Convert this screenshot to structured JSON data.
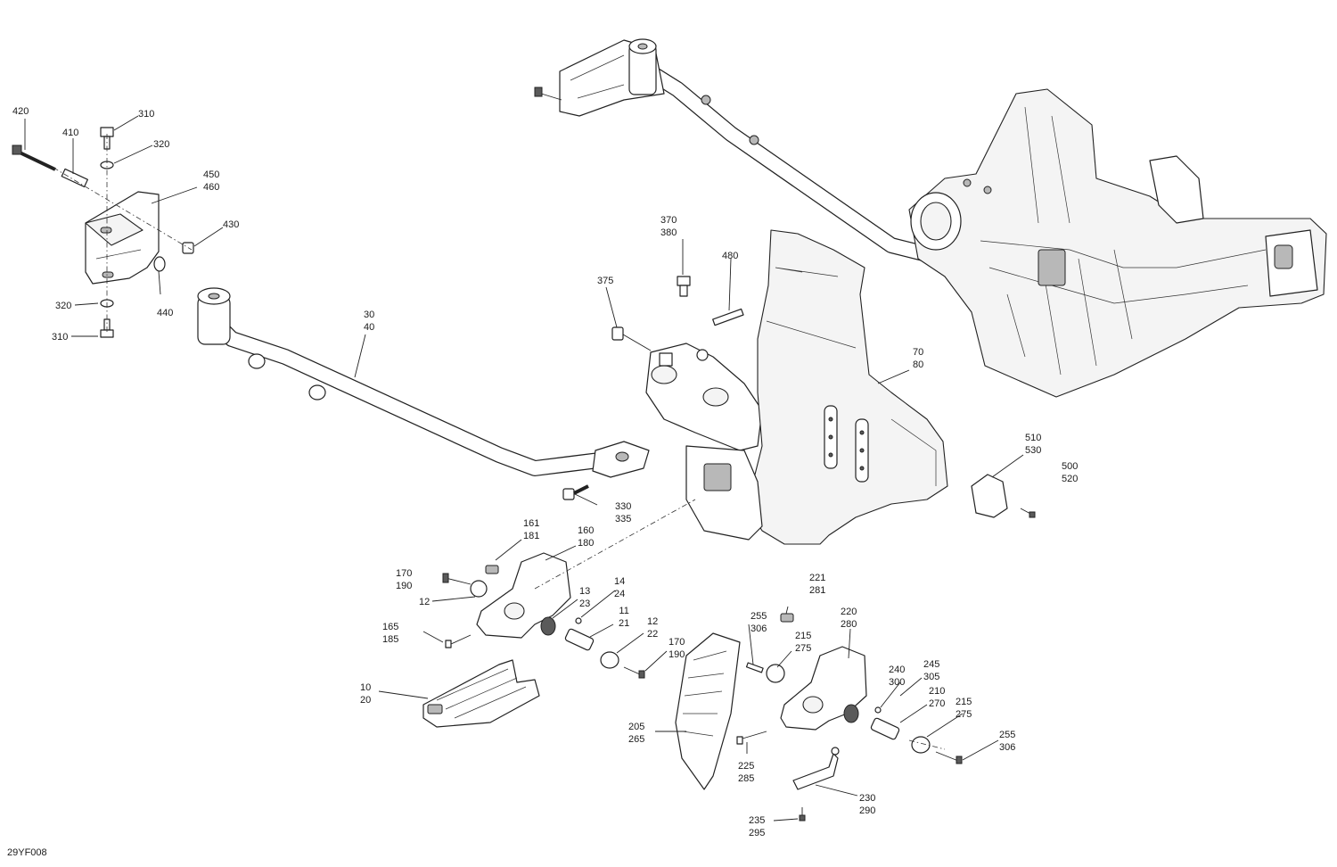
{
  "figure_id": "29YF008",
  "callouts": [
    {
      "id": "c420",
      "lines": [
        "420"
      ]
    },
    {
      "id": "c410",
      "lines": [
        "410"
      ]
    },
    {
      "id": "c310a",
      "lines": [
        "310"
      ]
    },
    {
      "id": "c320a",
      "lines": [
        "320"
      ]
    },
    {
      "id": "c450",
      "lines": [
        "450",
        "460"
      ]
    },
    {
      "id": "c430",
      "lines": [
        "430"
      ]
    },
    {
      "id": "c440",
      "lines": [
        "440"
      ]
    },
    {
      "id": "c320b",
      "lines": [
        "320"
      ]
    },
    {
      "id": "c310b",
      "lines": [
        "310"
      ]
    },
    {
      "id": "c30",
      "lines": [
        "30",
        "40"
      ]
    },
    {
      "id": "c370",
      "lines": [
        "370",
        "380"
      ]
    },
    {
      "id": "c480",
      "lines": [
        "480"
      ]
    },
    {
      "id": "c375",
      "lines": [
        "375"
      ]
    },
    {
      "id": "c70",
      "lines": [
        "70",
        "80"
      ]
    },
    {
      "id": "c510",
      "lines": [
        "510",
        "530"
      ]
    },
    {
      "id": "c500",
      "lines": [
        "500",
        "520"
      ]
    },
    {
      "id": "c330",
      "lines": [
        "330",
        "335"
      ]
    },
    {
      "id": "c161",
      "lines": [
        "161",
        "181"
      ]
    },
    {
      "id": "c160",
      "lines": [
        "160",
        "180"
      ]
    },
    {
      "id": "c170a",
      "lines": [
        "170",
        "190"
      ]
    },
    {
      "id": "c12a",
      "lines": [
        "12"
      ]
    },
    {
      "id": "c14",
      "lines": [
        "14",
        "24"
      ]
    },
    {
      "id": "c13",
      "lines": [
        "13",
        "23"
      ]
    },
    {
      "id": "c11",
      "lines": [
        "11",
        "21"
      ]
    },
    {
      "id": "c165",
      "lines": [
        "165",
        "185"
      ]
    },
    {
      "id": "c12b",
      "lines": [
        "12",
        "22"
      ]
    },
    {
      "id": "c170b",
      "lines": [
        "170",
        "190"
      ]
    },
    {
      "id": "c10",
      "lines": [
        "10",
        "20"
      ]
    },
    {
      "id": "c221",
      "lines": [
        "221",
        "281"
      ]
    },
    {
      "id": "c255a",
      "lines": [
        "255",
        "306"
      ]
    },
    {
      "id": "c220",
      "lines": [
        "220",
        "280"
      ]
    },
    {
      "id": "c215a",
      "lines": [
        "215",
        "275"
      ]
    },
    {
      "id": "c240",
      "lines": [
        "240",
        "300"
      ]
    },
    {
      "id": "c245",
      "lines": [
        "245",
        "305"
      ]
    },
    {
      "id": "c210",
      "lines": [
        "210",
        "270"
      ]
    },
    {
      "id": "c215b",
      "lines": [
        "215",
        "275"
      ]
    },
    {
      "id": "c205",
      "lines": [
        "205",
        "265"
      ]
    },
    {
      "id": "c255b",
      "lines": [
        "255",
        "306"
      ]
    },
    {
      "id": "c225",
      "lines": [
        "225",
        "285"
      ]
    },
    {
      "id": "c230",
      "lines": [
        "230",
        "290"
      ]
    },
    {
      "id": "c235",
      "lines": [
        "235",
        "295"
      ]
    }
  ]
}
